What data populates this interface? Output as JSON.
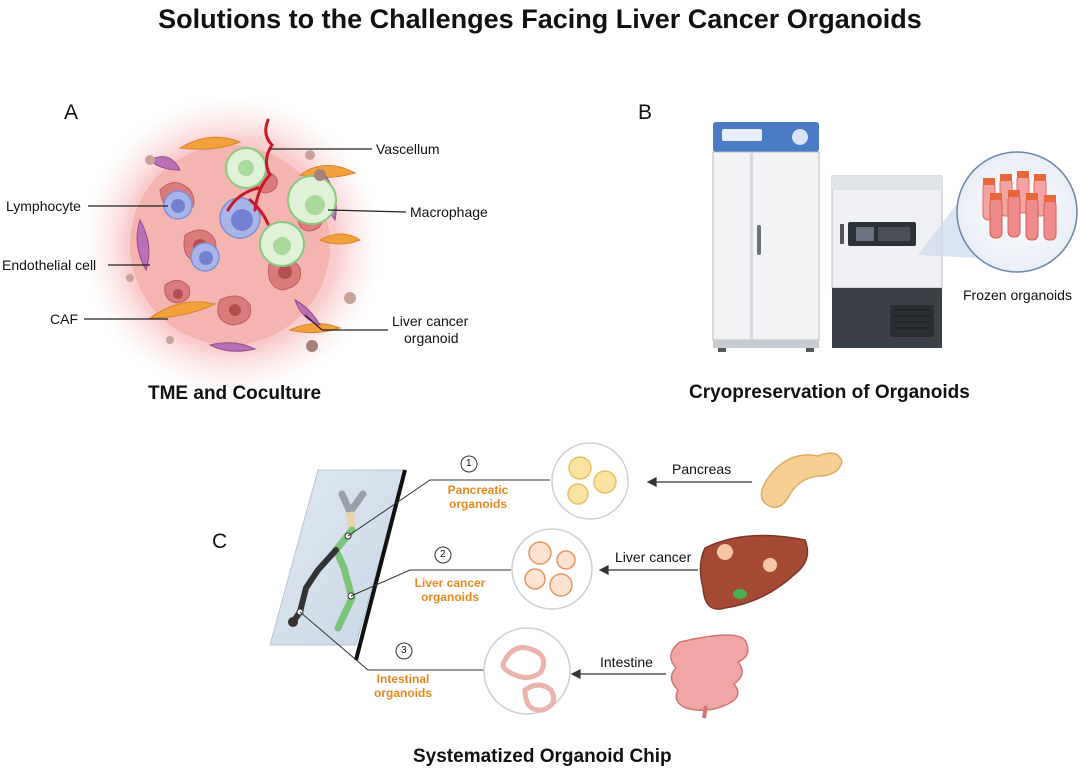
{
  "title": "Solutions to the Challenges Facing Liver Cancer Organoids",
  "panel_a": {
    "letter": "A",
    "caption": "TME and Coculture",
    "labels": {
      "vascellum": "Vascellum",
      "lymphocyte": "Lymphocyte",
      "macrophage": "Macrophage",
      "endothelial": "Endothelial cell",
      "caf": "CAF",
      "organoid_line1": "Liver cancer",
      "organoid_line2": "organoid"
    }
  },
  "panel_b": {
    "letter": "B",
    "caption": "Cryopreservation of Organoids",
    "frozen_label": "Frozen organoids"
  },
  "panel_c": {
    "letter": "C",
    "caption": "Systematized Organoid Chip",
    "rows": [
      {
        "number": "1",
        "organoid_line1": "Pancreatic",
        "organoid_line2": "organoids",
        "organ": "Pancreas"
      },
      {
        "number": "2",
        "organoid_line1": "Liver cancer",
        "organoid_line2": "organoids",
        "organ": "Liver cancer"
      },
      {
        "number": "3",
        "organoid_line1": "Intestinal",
        "organoid_line2": "organoids",
        "organ": "Intestine"
      }
    ]
  },
  "colors": {
    "organoid_orange": "#e8891f",
    "freezer_blue": "#4a7bc4",
    "tumor_pink": "#f2a6a6",
    "chip_blue": "#d6e2ee"
  }
}
